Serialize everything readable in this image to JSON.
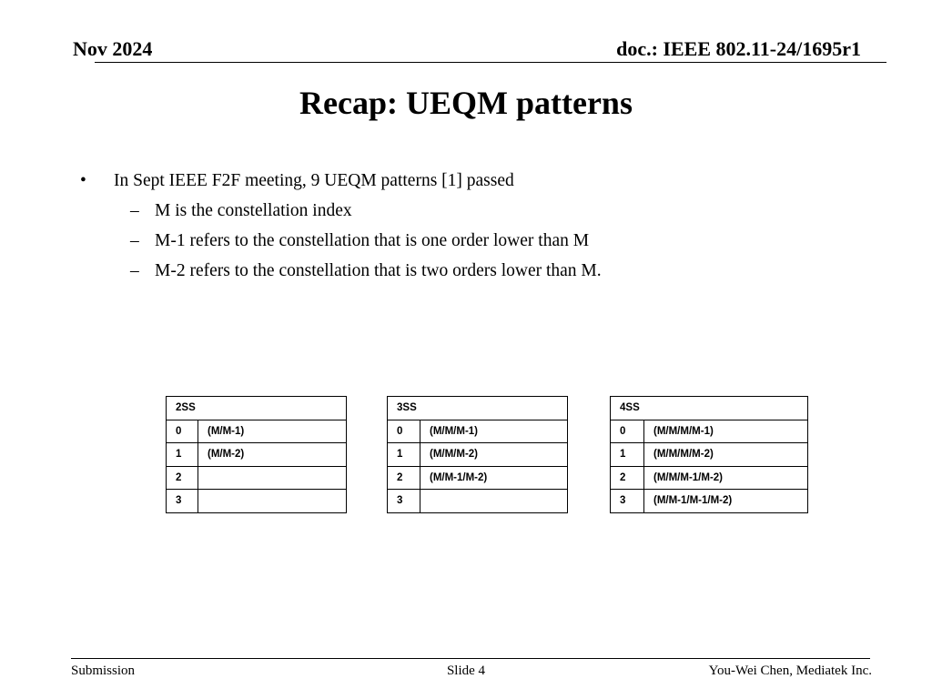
{
  "header": {
    "date": "Nov 2024",
    "doc_id": "doc.: IEEE 802.11-24/1695r1"
  },
  "title": "Recap: UEQM patterns",
  "bullets": [
    {
      "marker": "•",
      "text": "In Sept IEEE F2F meeting, 9 UEQM patterns [1] passed"
    },
    {
      "marker": "–",
      "text": "M is the constellation index"
    },
    {
      "marker": "–",
      "text": "M-1 refers to the constellation that is one order lower than M"
    },
    {
      "marker": "–",
      "text": "M-2 refers to the constellation that is two orders lower than M."
    }
  ],
  "tables": [
    {
      "header": "2SS",
      "rows": [
        {
          "idx": "0",
          "pattern": "(M/M-1)"
        },
        {
          "idx": "1",
          "pattern": "(M/M-2)"
        },
        {
          "idx": "2",
          "pattern": ""
        },
        {
          "idx": "3",
          "pattern": ""
        }
      ]
    },
    {
      "header": "3SS",
      "rows": [
        {
          "idx": "0",
          "pattern": "(M/M/M-1)"
        },
        {
          "idx": "1",
          "pattern": "(M/M/M-2)"
        },
        {
          "idx": "2",
          "pattern": "(M/M-1/M-2)"
        },
        {
          "idx": "3",
          "pattern": ""
        }
      ]
    },
    {
      "header": "4SS",
      "rows": [
        {
          "idx": "0",
          "pattern": "(M/M/M/M-1)"
        },
        {
          "idx": "1",
          "pattern": "(M/M/M/M-2)"
        },
        {
          "idx": "2",
          "pattern": "(M/M/M-1/M-2)"
        },
        {
          "idx": "3",
          "pattern": "(M/M-1/M-1/M-2)"
        }
      ]
    }
  ],
  "footer": {
    "left": "Submission",
    "center": "Slide 4",
    "right": "You-Wei Chen, Mediatek Inc."
  }
}
